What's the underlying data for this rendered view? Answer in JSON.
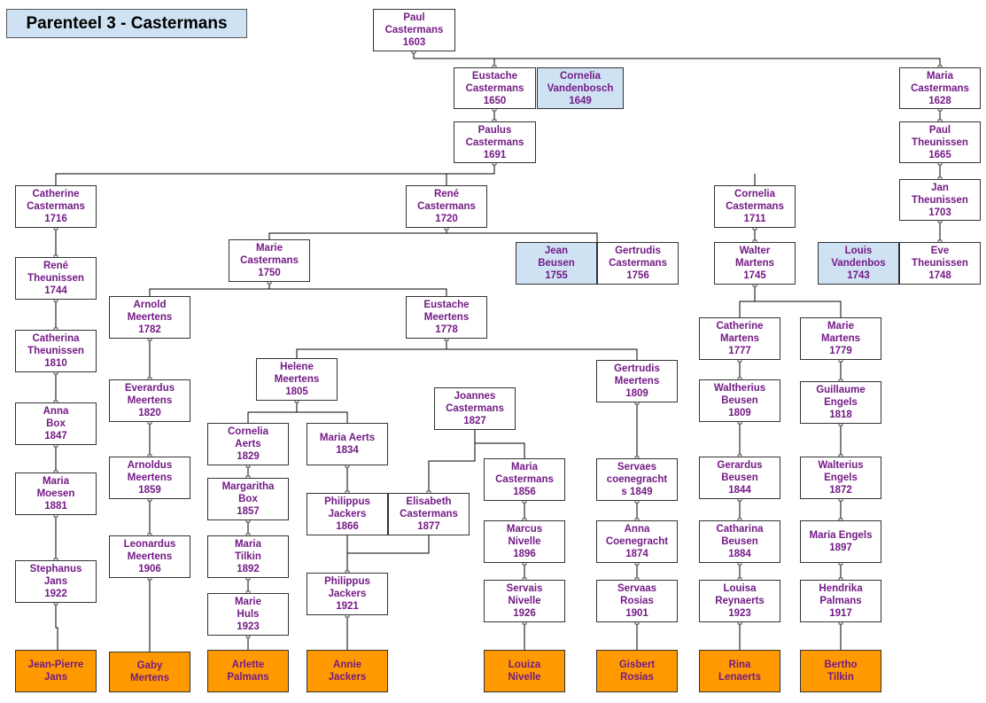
{
  "title": "Parenteel 3 - Castermans",
  "people": {
    "paul_1603": "Paul\nCastermans\n1603",
    "eustache_1650": "Eustache\nCastermans\n1650",
    "cornelia_1649": "Cornelia\nVandenbosch\n1649",
    "maria_1628": "Maria\nCastermans\n1628",
    "paulus_1691": "Paulus\nCastermans\n1691",
    "paul_th_1665": "Paul\nTheunissen\n1665",
    "jan_1703": "Jan\nTheunissen\n1703",
    "catherine_1716": "Catherine\nCastermans\n1716",
    "rene_1720": "René\nCastermans\n1720",
    "cornelia_1711": "Cornelia\nCastermans\n1711",
    "louis_1743": "Louis\nVandenbos\n1743",
    "eve_1748": "Eve\nTheunissen\n1748",
    "rene_th_1744": "René\nTheunissen\n1744",
    "marie_1750": "Marie\nCastermans\n1750",
    "jean_1755": "Jean\nBeusen\n1755",
    "gertrudis_1756": "Gertrudis\nCastermans\n1756",
    "walter_1745": "Walter\nMartens\n1745",
    "arnold_1782": "Arnold\nMeertens\n1782",
    "eustache_1778": "Eustache\nMeertens\n1778",
    "catherine_m_1777": "Catherine\nMartens\n1777",
    "marie_m_1779": "Marie\nMartens\n1779",
    "catherina_1810": "Catherina\nTheunissen\n1810",
    "helene_1805": "Helene\nMeertens\n1805",
    "gertrudis_1809": "Gertrudis\nMeertens\n1809",
    "joannes_1827": "Joannes\nCastermans\n1827",
    "everardus_1820": "Everardus\nMeertens\n1820",
    "waltherius_1809": "Waltherius\nBeusen\n1809",
    "guillaume_1818": "Guillaume\nEngels\n1818",
    "anna_box_1847": "Anna\nBox\n1847",
    "cornelia_aerts_1829": "Cornelia\nAerts\n1829",
    "maria_aerts_1834": "Maria Aerts\n1834",
    "maria_c_1856": "Maria\nCastermans\n1856",
    "arnoldus_1859": "Arnoldus\nMeertens\n1859",
    "servaes_1849": "Servaes\ncoenegracht\ns 1849",
    "gerardus_1844": "Gerardus\nBeusen\n1844",
    "walterius_1872": "Walterius\nEngels\n1872",
    "maria_moesen_1881": "Maria\nMoesen\n1881",
    "margaritha_1857": "Margaritha\nBox\n1857",
    "philippus_1866": "Philippus\nJackers\n1866",
    "elisabeth_1877": "Elisabeth\nCastermans\n1877",
    "leonardus_1906": "Leonardus\nMeertens\n1906",
    "marcus_1896": "Marcus\nNivelle\n1896",
    "anna_c_1874": "Anna\nCoenegracht\n1874",
    "catharina_1884": "Catharina\nBeusen\n1884",
    "maria_engels_1897": "Maria Engels\n1897",
    "stephanus_1922": "Stephanus\nJans\n1922",
    "maria_tilkin_1892": "Maria\nTilkin\n1892",
    "philippus_1921": "Philippus\nJackers\n1921",
    "marie_huls_1923": "Marie\nHuls\n1923",
    "servais_1926": "Servais\nNivelle\n1926",
    "servaas_1901": "Servaas\nRosias\n1901",
    "louisa_1923": "Louisa\nReynaerts\n1923",
    "hendrika_1917": "Hendrika\nPalmans\n1917",
    "jean_pierre": "Jean-Pierre\nJans",
    "gaby": "Gaby\nMertens",
    "arlette": "Arlette\nPalmans",
    "annie": "Annie\nJackers",
    "louiza": "Louiza\nNivelle",
    "gisbert": "Gisbert\nRosias",
    "rina": "Rina\nLenaerts",
    "bertho": "Bertho\nTilkin"
  },
  "colors": {
    "name_text": "#741b86",
    "spouse_fill": "#cfe2f3",
    "descendant_fill": "#ff9900",
    "line": "#000000"
  }
}
